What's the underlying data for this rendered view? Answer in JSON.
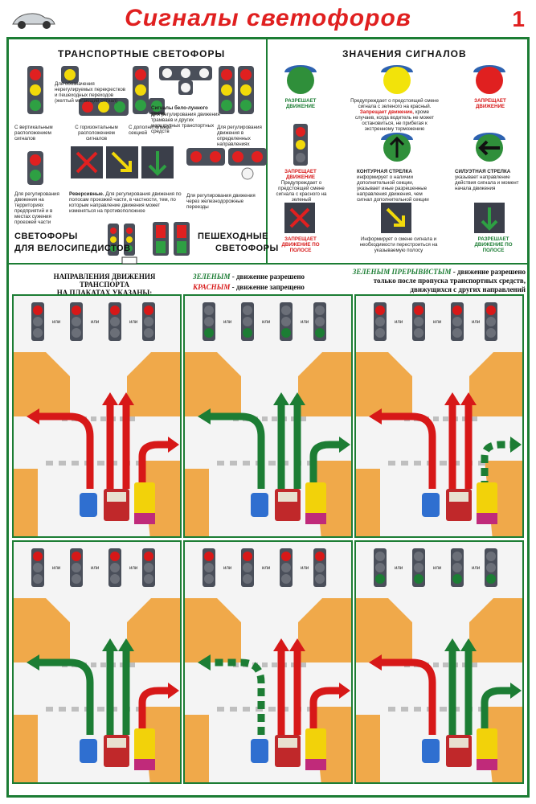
{
  "header": {
    "title": "Сигналы светофоров",
    "page_number": "1"
  },
  "transport": {
    "heading": "ТРАНСПОРТНЫЕ СВЕТОФОРЫ",
    "vertical": "С вертикальным расположением сигналов",
    "horizontal": "С горизонтальным расположением сигналов",
    "additional": "С дополнительной секцией",
    "unregulated": "Для обозначения нерегулируемых перекрестков и пешеходных переходов (желтый мигающий сигнал)",
    "white_moon_title": "Сигналы бело-лунного цвета",
    "white_moon_text": "Для регулирования движения трамваев и других маршрутных транспортных средств",
    "directions": "Для регулирования движения в определенных направлениях",
    "territory": "Для регулирования движения на территориях предприятий и в местах сужения проезжей части",
    "reversible_title": "Реверсивные.",
    "reversible_text": "Для регулирования движения по полосам проезжей части, в частности, тем, по которым направление движения может изменяться на противоположное",
    "railway": "Для регулирования движения через железнодорожные переезды",
    "bicycle_label_1": "СВЕТОФОРЫ",
    "bicycle_label_2": "ДЛЯ ВЕЛОСИПЕДИСТОВ",
    "pedestrian_label_1": "ПЕШЕХОДНЫЕ",
    "pedestrian_label_2": "СВЕТОФОРЫ"
  },
  "meanings": {
    "heading": "ЗНАЧЕНИЯ СИГНАЛОВ",
    "allows": "РАЗРЕШАЕТ ДВИЖЕНИЕ",
    "yellow_text_1": "Предупреждает о предстоящей смене сигнала с зеленого на красный.",
    "yellow_text_red": "Запрещает движение,",
    "yellow_text_2": "кроме случаев, когда водитель не может остановиться, не прибегая к экстренному торможению",
    "forbids": "ЗАПРЕЩАЕТ ДВИЖЕНИЕ",
    "forbids_red_yellow": "ЗАПРЕЩАЕТ ДВИЖЕНИЕ",
    "red_yellow_text": "Предупреждает о предстоящей смене сигнала с красного на зеленый",
    "contour_title": "КОНТУРНАЯ СТРЕЛКА",
    "contour_text": "информирует о наличии дополнительной секции, указывает иные разрешенные направления движения, чем сигнал дополнительной секции",
    "silhouette_title": "СИЛУЭТНАЯ СТРЕЛКА",
    "silhouette_text": "указывает направление действия сигнала и момент начала движения",
    "lane_forbid": "ЗАПРЕЩАЕТ ДВИЖЕНИЕ ПО ПОЛОСЕ",
    "lane_diag_text": "Информирует о смене сигнала и необходимости перестроиться на указываемую полосу",
    "lane_allow": "РАЗРЕШАЕТ ДВИЖЕНИЕ ПО ПОЛОСЕ"
  },
  "directions": {
    "heading_1": "НАПРАВЛЕНИЯ ДВИЖЕНИЯ ТРАНСПОРТА",
    "heading_2": "НА ПЛАКАТАХ УКАЗАНЫ:",
    "green_word": "ЗЕЛЕНЫМ",
    "green_rest": " - движение разрешено",
    "red_word": "КРАСНЫМ",
    "red_rest": " - движение запрещено",
    "flash_word": "ЗЕЛЕНЫМ ПРЕРЫВИСТЫМ",
    "flash_rest": " - движение разрешено только после пропуска транспортных средств, движущихся с других направлений",
    "or": "или"
  },
  "colors": {
    "green": "#1c7d34",
    "red": "#d71818",
    "yellow": "#f2d90a",
    "dark": "#3b3f4a"
  }
}
